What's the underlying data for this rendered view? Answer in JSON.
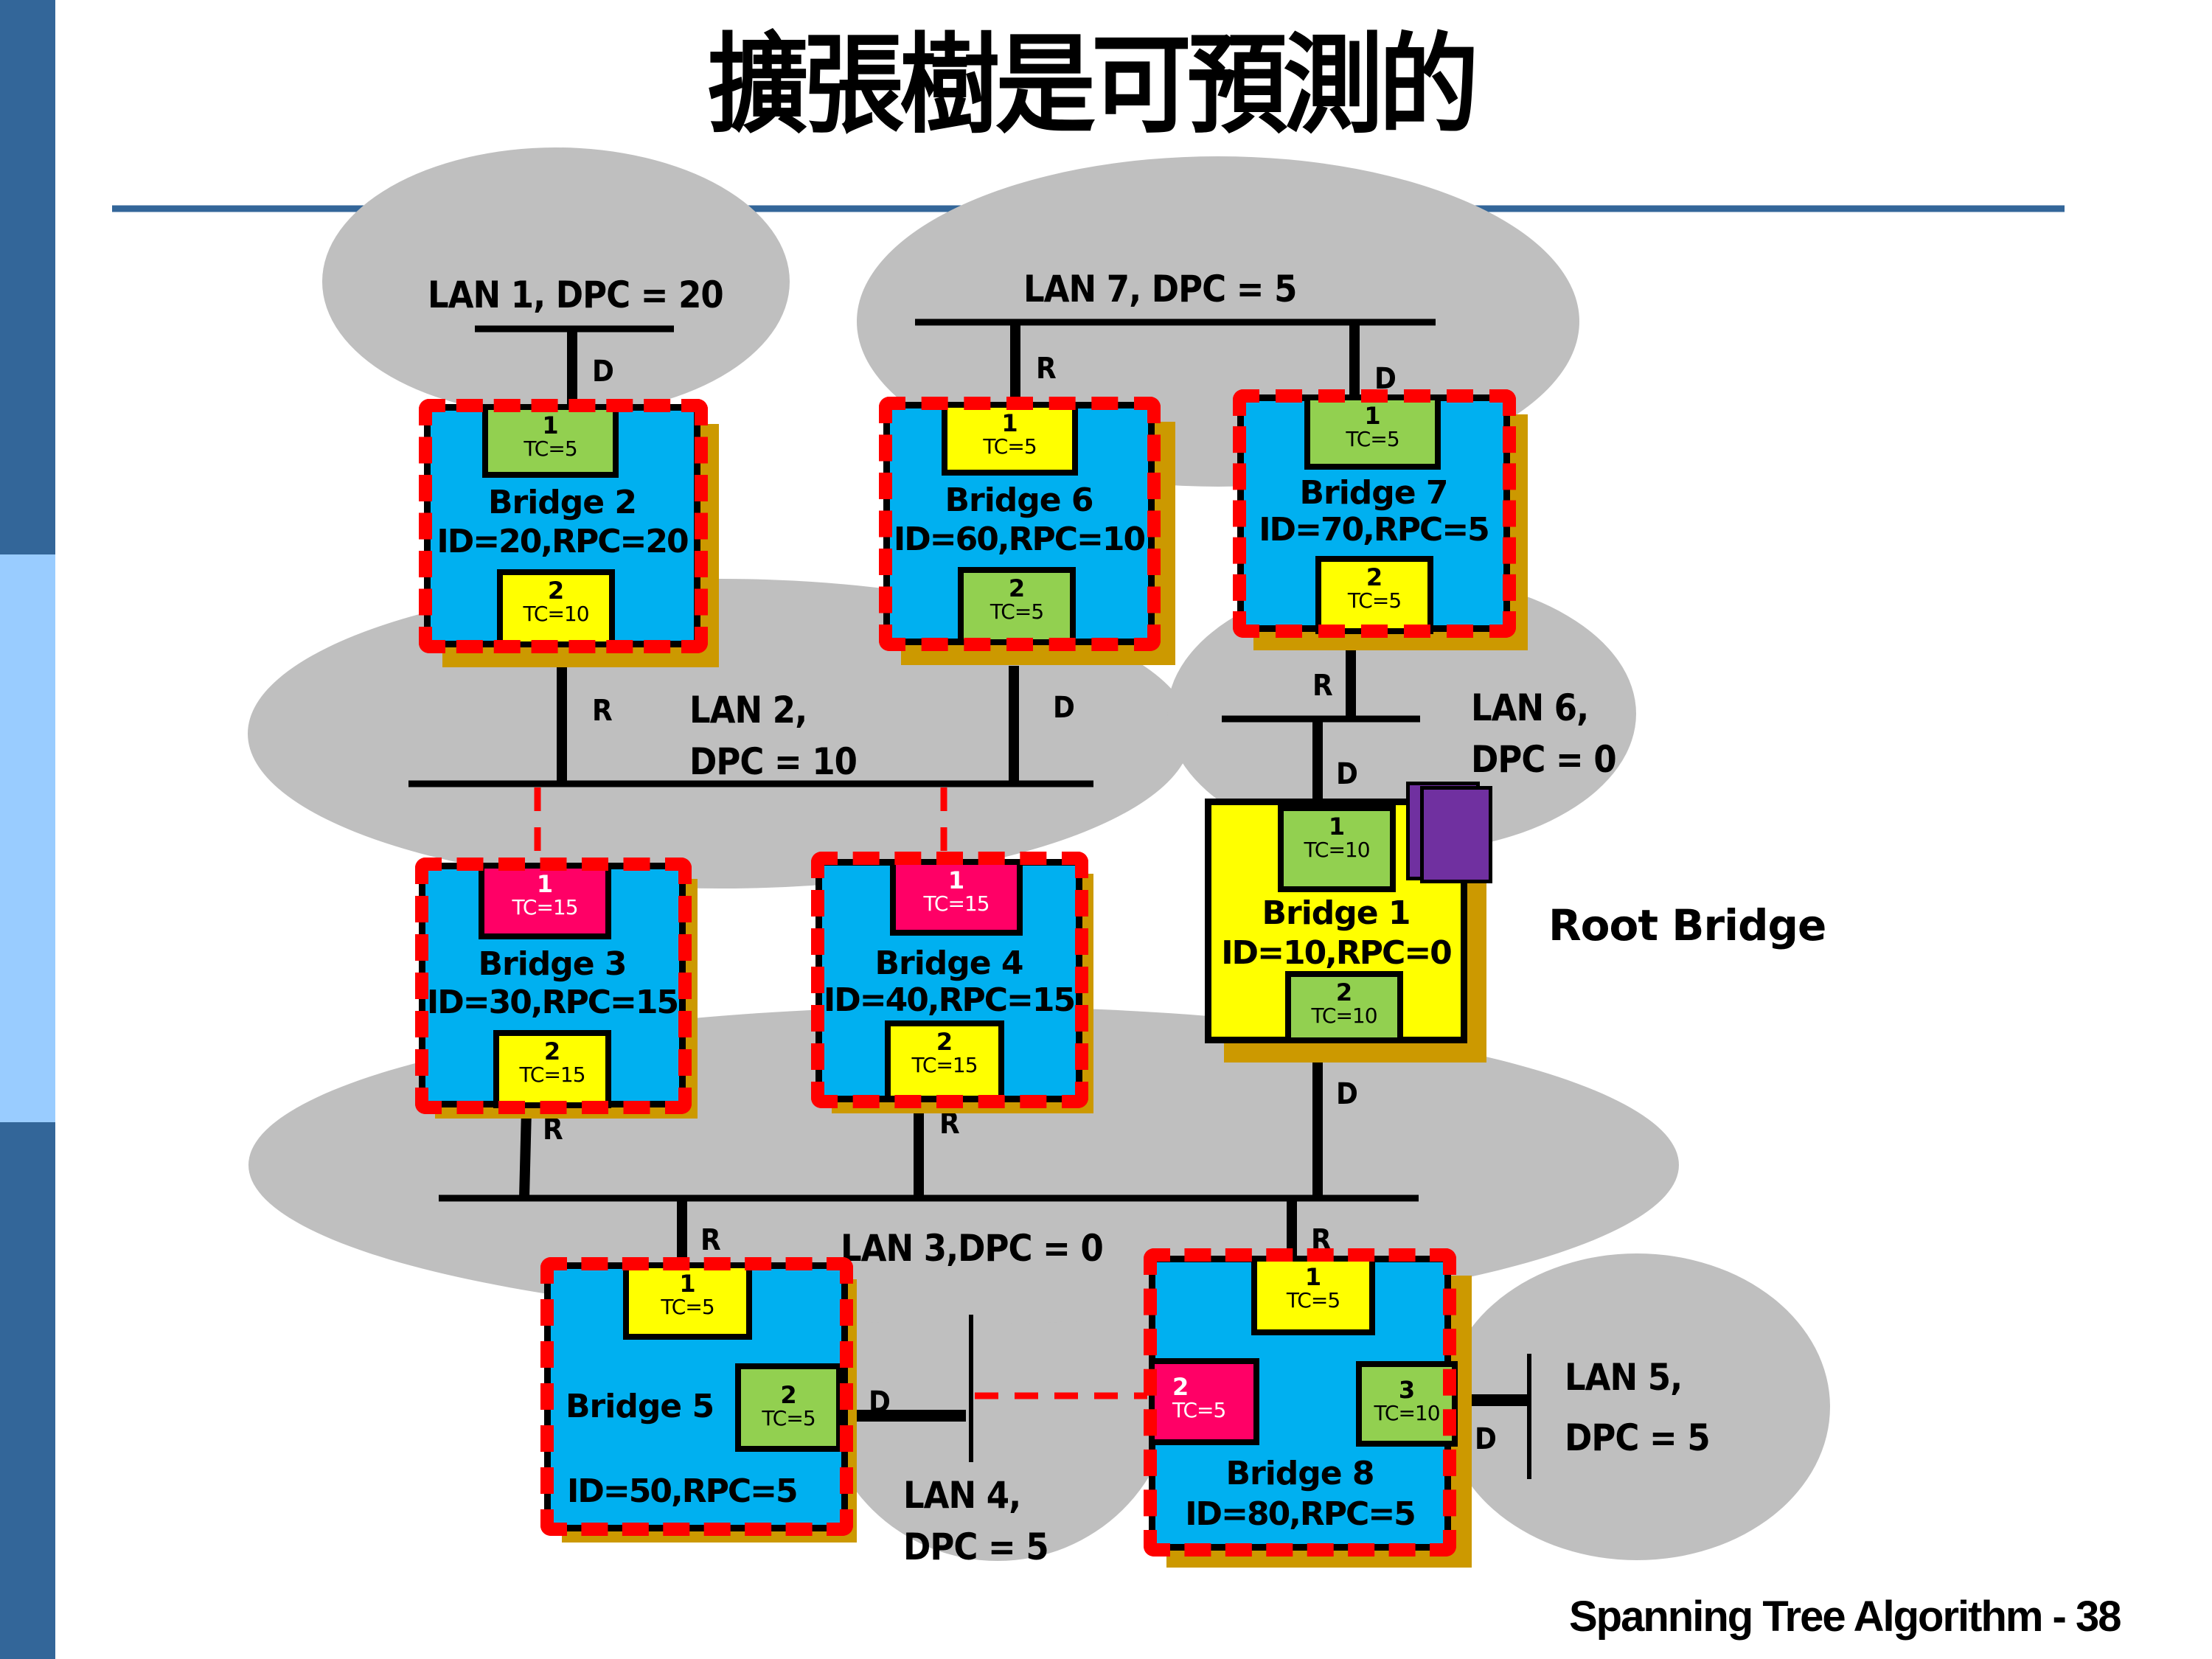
{
  "slide": {
    "title": "擴張樹是可預測的",
    "footer": "Spanning Tree Algorithm - 38",
    "root_label": "Root Bridge"
  },
  "colors": {
    "sidebar_dark": "#336699",
    "sidebar_light": "#99CCFF",
    "rule": "#336699",
    "lan_cloud": "#BFBFBF",
    "bridge_fill": "#00B0F0",
    "root_bridge_fill": "#FFFF00",
    "shadow": "#CC9900",
    "dashed_outline": "#FF0000",
    "port_root": "#FFFF00",
    "port_designated": "#92D050",
    "port_blocked": "#FF0066",
    "root_marker": "#7030A0"
  },
  "lans": [
    {
      "name": "LAN 1",
      "label": "LAN 1, DPC = 20"
    },
    {
      "name": "LAN 2",
      "label_line1": "LAN 2,",
      "label_line2": "DPC = 10"
    },
    {
      "name": "LAN 3",
      "label": "LAN 3,DPC = 0"
    },
    {
      "name": "LAN 4",
      "label_line1": "LAN 4,",
      "label_line2": "DPC = 5"
    },
    {
      "name": "LAN 5",
      "label_line1": "LAN 5,",
      "label_line2": "DPC = 5"
    },
    {
      "name": "LAN 6",
      "label_line1": "LAN 6,",
      "label_line2": "DPC = 0"
    },
    {
      "name": "LAN 7",
      "label": "LAN 7, DPC = 5"
    }
  ],
  "bridges": {
    "b1": {
      "name": "Bridge 1",
      "info": "ID=10,RPC=0",
      "root": true,
      "ports": [
        {
          "num": "1",
          "tc": "TC=10",
          "state": "designated"
        },
        {
          "num": "2",
          "tc": "TC=10",
          "state": "designated"
        }
      ]
    },
    "b2": {
      "name": "Bridge 2",
      "info": "ID=20,RPC=20",
      "ports": [
        {
          "num": "1",
          "tc": "TC=5",
          "state": "designated"
        },
        {
          "num": "2",
          "tc": "TC=10",
          "state": "root"
        }
      ]
    },
    "b3": {
      "name": "Bridge 3",
      "info": "ID=30,RPC=15",
      "ports": [
        {
          "num": "1",
          "tc": "TC=15",
          "state": "blocked"
        },
        {
          "num": "2",
          "tc": "TC=15",
          "state": "root"
        }
      ]
    },
    "b4": {
      "name": "Bridge 4",
      "info": "ID=40,RPC=15",
      "ports": [
        {
          "num": "1",
          "tc": "TC=15",
          "state": "blocked"
        },
        {
          "num": "2",
          "tc": "TC=15",
          "state": "root"
        }
      ]
    },
    "b5": {
      "name": "Bridge 5",
      "info": "ID=50,RPC=5",
      "ports": [
        {
          "num": "1",
          "tc": "TC=5",
          "state": "root"
        },
        {
          "num": "2",
          "tc": "TC=5",
          "state": "designated"
        }
      ]
    },
    "b6": {
      "name": "Bridge 6",
      "info": "ID=60,RPC=10",
      "ports": [
        {
          "num": "1",
          "tc": "TC=5",
          "state": "root"
        },
        {
          "num": "2",
          "tc": "TC=5",
          "state": "designated"
        }
      ]
    },
    "b7": {
      "name": "Bridge 7",
      "info": "ID=70,RPC=5",
      "ports": [
        {
          "num": "1",
          "tc": "TC=5",
          "state": "designated"
        },
        {
          "num": "2",
          "tc": "TC=5",
          "state": "root"
        }
      ]
    },
    "b8": {
      "name": "Bridge 8",
      "info": "ID=80,RPC=5",
      "ports": [
        {
          "num": "1",
          "tc": "TC=5",
          "state": "root"
        },
        {
          "num": "2",
          "tc": "TC=5",
          "state": "blocked"
        },
        {
          "num": "3",
          "tc": "TC=10",
          "state": "designated"
        }
      ]
    }
  },
  "roles": {
    "designated": "D",
    "root": "R"
  }
}
